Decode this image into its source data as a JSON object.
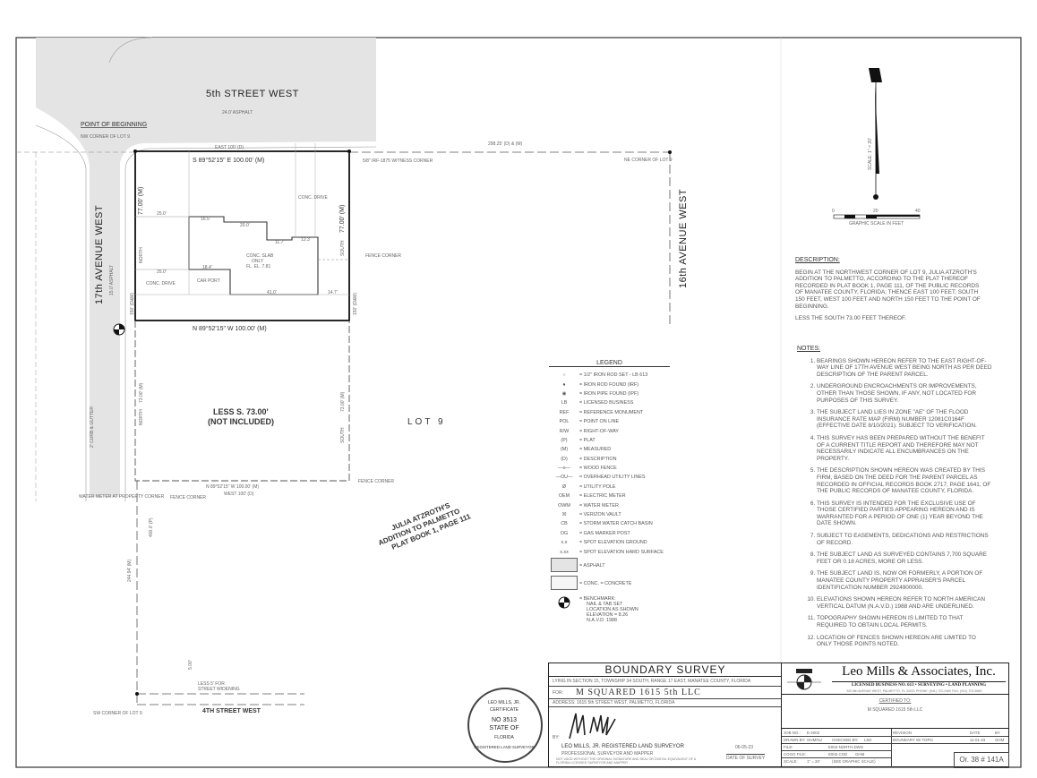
{
  "streets": {
    "north": "5th STREET WEST",
    "north_width": "24.0' ASPHALT",
    "west": "17th AVENUE WEST",
    "west_width": "15.0' ASPHALT",
    "east": "16th AVENUE WEST",
    "south": "4TH STREET WEST"
  },
  "plan": {
    "pob": "POINT OF BEGINNING",
    "nw_corner": "NW CORNER OF LOT 9",
    "north_bearing": "S 89°52'15\" E  100.00' (M)",
    "north_desc": "EAST 100' (D)",
    "south_bearing": "N 89°52'15\" W  100.00' (M)",
    "less_bearing": "N 89°52'15\" W  100.00' (M)",
    "less_desc": "WEST 100' (D)",
    "west_dim": "77.00' (M)",
    "east_dim": "77.00' (M)",
    "north_label": "NORTH",
    "south_label": "SOUTH",
    "west_150": "150' (D&M)",
    "east_150": "150' (D&M)",
    "less_west": "73.00' (M)",
    "less_east": "73.00' (M)",
    "slab_1": "CONC. SLAB",
    "slab_2": "ONLY",
    "slab_3": "FL. EL. 7.81",
    "conc_drive": "CONC. DRIVE",
    "car_port": "CAR PORT",
    "dim_250a": "25.0'",
    "dim_250b": "25.0'",
    "dim_165": "16.5'",
    "dim_200": "20.0'",
    "dim_117": "11.7'",
    "dim_123": "12.3'",
    "dim_410": "41.0'",
    "dim_147": "14.7'",
    "dim_184": "18.4'",
    "less_1": "LESS S. 73.00'",
    "less_2": "(NOT INCLUDED)",
    "lot9": "LOT 9",
    "plat_1": "JULIA ATZROTH'S",
    "plat_2": "ADDITION TO PALMETTO",
    "plat_3": "PLAT BOOK 1, PAGE 111",
    "dist_top": "298.25' (D) & (M)",
    "ne_corner": "NE CORNER OF LOT 9",
    "witness": "5/8\" IRF-1875 WITNESS CORNER",
    "fence_corner": "FENCE CORNER",
    "water_meter": "WATER METER AT PROPERTY CORNER",
    "dist_400": "400.0' (P)",
    "dist_244": "244.94' (M)",
    "less_5_1": "LESS 5' FOR",
    "less_5_2": "STREET WIDENING",
    "dim_5": "5.00'",
    "sw_corner": "SW CORNER OF LOT 9",
    "curb": "2' CURB & GUTTER"
  },
  "north_arrow": {
    "scale_text": "SCALE: 1\" = 20'",
    "ticks": [
      "0",
      "20",
      "40"
    ],
    "caption": "GRAPHIC SCALE IN FEET"
  },
  "description": {
    "heading": "DESCRIPTION:",
    "body": "BEGIN AT THE NORTHWEST CORNER OF LOT 9, JULIA ATZROTH'S ADDITION TO PALMETTO, ACCORDING TO THE PLAT THEREOF RECORDED IN PLAT BOOK 1, PAGE 111, OF THE PUBLIC RECORDS OF MANATEE COUNTY, FLORIDA; THENCE EAST 100 FEET, SOUTH 150 FEET, WEST 100 FEET AND NORTH 150 FEET TO THE POINT OF BEGINNING.",
    "less": "LESS THE SOUTH 73.00 FEET THEREOF."
  },
  "notes": {
    "heading": "NOTES:",
    "items": [
      "BEARINGS SHOWN HEREON REFER TO THE EAST RIGHT-OF-WAY LINE OF 17th AVENUE WEST BEING NORTH AS PER DEED DESCRIPTION OF THE PARENT PARCEL.",
      "UNDERGROUND ENCROACHMENTS OR IMPROVEMENTS, OTHER THAN THOSE SHOWN, IF ANY, NOT LOCATED FOR PURPOSES OF THIS SURVEY.",
      "THE SUBJECT LAND LIES IN ZONE \"AE\" OF THE FLOOD INSURANCE RATE MAP (FIRM) NUMBER 12081C0164F (EFFECTIVE DATE 8/10/2021). SUBJECT TO VERIFICATION.",
      "THIS SURVEY HAS BEEN PREPARED WITHOUT THE BENEFIT OF A CURRENT TITLE REPORT AND THEREFORE MAY NOT NECESSARILY INDICATE ALL ENCUMBRANCES ON THE PROPERTY.",
      "THE DESCRIPTION SHOWN HEREON WAS CREATED BY THIS FIRM, BASED ON THE DEED FOR THE PARENT PARCEL AS RECORDED IN OFFICIAL RECORDS BOOK 2717, PAGE 1641, OF THE PUBLIC RECORDS OF MANATEE COUNTY, FLORIDA.",
      "THIS SURVEY IS INTENDED FOR THE EXCLUSIVE USE OF THOSE CERTIFIED PARTIES APPEARING HEREON AND IS WARRANTED FOR A PERIOD OF ONE (1) YEAR BEYOND THE DATE SHOWN.",
      "SUBJECT TO EASEMENTS, DEDICATIONS AND RESTRICTIONS OF RECORD.",
      "THE SUBJECT LAND AS SURVEYED CONTAINS 7,700 SQUARE FEET OR 0.18 ACRES, MORE OR LESS.",
      "THE SUBJECT LAND IS, NOW OR FORMERLY, A PORTION OF MANATEE COUNTY PROPERTY APPRAISER'S PARCEL IDENTIFICATION NUMBER 2924900000.",
      "ELEVATIONS SHOWN HEREON REFER TO NORTH AMERICAN VERTICAL DATUM (N.A.V.D.) 1988 AND ARE UNDERLINED.",
      "TOPOGRAPHY SHOWN HEREON IS LIMITED TO THAT REQUIRED TO OBTAIN LOCAL PERMITS.",
      "LOCATION OF FENCES SHOWN HEREON ARE LIMITED TO ONLY THOSE POINTS NOTED."
    ]
  },
  "legend": {
    "title": "LEGEND",
    "items": [
      {
        "sym": "○",
        "text": "= 1/2\" IRON ROD SET - LB 613"
      },
      {
        "sym": "●",
        "text": "= IRON ROD FOUND (IRF)"
      },
      {
        "sym": "◉",
        "text": "= IRON PIPE FOUND (IPF)"
      },
      {
        "sym": "LB",
        "text": "= LICENSED BUSINESS"
      },
      {
        "sym": "REF",
        "text": "= REFERENCE MONUMENT"
      },
      {
        "sym": "POL",
        "text": "= POINT ON LINE"
      },
      {
        "sym": "R/W",
        "text": "= RIGHT-OF-WAY"
      },
      {
        "sym": "(P)",
        "text": "= PLAT"
      },
      {
        "sym": "(M)",
        "text": "= MEASURED"
      },
      {
        "sym": "(D)",
        "text": "= DESCRIPTION"
      },
      {
        "sym": "—o—",
        "text": "= WOOD FENCE"
      },
      {
        "sym": "—OU—",
        "text": "= OVERHEAD UTILITY LINES"
      },
      {
        "sym": "Ø",
        "text": "= UTILITY POLE"
      },
      {
        "sym": "OEM",
        "text": "= ELECTRIC METER"
      },
      {
        "sym": "OWM",
        "text": "= WATER METER"
      },
      {
        "sym": "☒",
        "text": "= VERIZON VAULT"
      },
      {
        "sym": "CB",
        "text": "= STORM WATER CATCH BASIN"
      },
      {
        "sym": "OG",
        "text": "= GAS MARKER POST"
      },
      {
        "sym": "x.x",
        "text": "= SPOT ELEVATION GROUND"
      },
      {
        "sym": "x.xx",
        "text": "= SPOT ELEVATION HARD SURFACE"
      },
      {
        "sym": "",
        "text": "= ASPHALT"
      },
      {
        "sym": "",
        "text": "= CONC. = CONCRETE"
      }
    ],
    "benchmark": [
      "= BENCHMARK:",
      "NAIL & TAB SET",
      "LOCATION AS SHOWN",
      "ELEVATION = 8.26",
      "N.A.V.D. 1988"
    ]
  },
  "title_block": {
    "title": "BOUNDARY SURVEY",
    "lying": "LYING IN SECTION 15, TOWNSHIP 34 SOUTH, RANGE 17 EAST, MANATEE COUNTY, FLORIDA",
    "for_label": "FOR:",
    "for_value": "M SQUARED 1615 5th LLC",
    "address": "ADDRESS: 1615 5th STREET WEST, PALMETTO, FLORIDA",
    "by": "BY:",
    "surveyor": "LEO MILLS, JR. REGISTERED LAND SURVEYOR",
    "surveyor_2": "PROFESSIONAL SURVEYOR AND MAPPER",
    "not_valid": "NOT VALID WITHOUT THE ORIGINAL SIGNATURE AND SEAL OR DIGITAL EQUIVALENT OF A FLORIDA LICENSED SURVEYOR AND MAPPER",
    "date": "06-05-23",
    "date_label": "DATE OF SURVEY",
    "seal": [
      "LEO MILLS, JR.",
      "CERTIFICATE",
      "NO 3513",
      "STATE OF",
      "FLORIDA",
      "REGISTERED LAND SURVEYOR"
    ],
    "company": "Leo Mills & Associates, Inc.",
    "company_sub": "LICENSED BUSINESS NO. 613 • SURVEYING • LAND PLANNING",
    "company_addr": "520 8th AVENUE WEST, PALMETTO, FL 34221  PHONE: (941) 722-2460  FAX: (941) 722-6682",
    "certified_label": "CERTIFIED TO:",
    "certified_to": "M SQUARED 1615 5th LLC",
    "job_no_label": "JOB NO.:",
    "job_no": "E-2002",
    "drawn_label": "DRAWN BY:",
    "drawn": "GHM/NJ",
    "checked_label": "CHECKED BY:",
    "checked": "LMJ",
    "file_label": "FILE:",
    "file": "E002-NORTH.DWG",
    "cogo_label": "COGO FILE:",
    "cogo": "E002.COD",
    "cogo_by": "GHM",
    "scale_label": "SCALE:",
    "scale": "1\" = 20'",
    "scale_note": "(SEE GRAPHIC SCALE)",
    "revision_label": "REVISION",
    "revision": "BOUNDARY W/ TOPO",
    "date_col": "DATE",
    "by_col": "BY",
    "rev_date": "11-01-23",
    "rev_by": "GHM",
    "book_ref": "Or. 38 # 141A"
  }
}
